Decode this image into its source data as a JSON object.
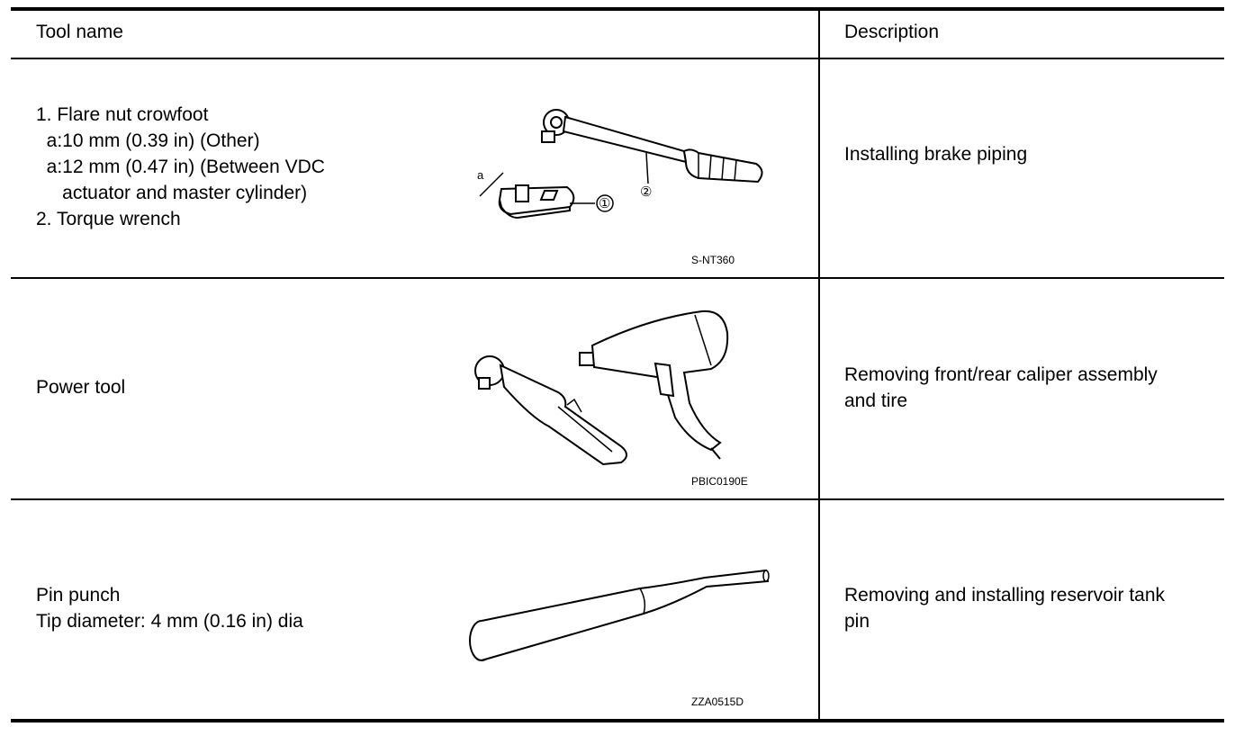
{
  "table": {
    "header": {
      "tool_name": "Tool name",
      "description": "Description"
    },
    "rows": [
      {
        "tool_lines": [
          "1. Flare nut crowfoot",
          "  a:10 mm (0.39 in) (Other)",
          "  a:12 mm (0.47 in) (Between VDC",
          "     actuator and master cylinder)",
          "2. Torque wrench"
        ],
        "figure": {
          "code": "S-NT360",
          "callouts": [
            "a",
            "①",
            "②"
          ],
          "icons": [
            "flare-nut-crowfoot-icon",
            "torque-wrench-icon"
          ]
        },
        "description_lines": [
          "Installing brake piping"
        ]
      },
      {
        "tool_lines": [
          "Power tool"
        ],
        "figure": {
          "code": "PBIC0190E",
          "icons": [
            "air-ratchet-icon",
            "impact-wrench-icon"
          ]
        },
        "description_lines": [
          "Removing front/rear caliper assembly",
          "and tire"
        ]
      },
      {
        "tool_lines": [
          "Pin punch",
          "Tip diameter: 4 mm (0.16 in) dia"
        ],
        "figure": {
          "code": "ZZA0515D",
          "icons": [
            "pin-punch-icon"
          ]
        },
        "description_lines": [
          "Removing and installing reservoir tank",
          "pin"
        ]
      }
    ]
  }
}
